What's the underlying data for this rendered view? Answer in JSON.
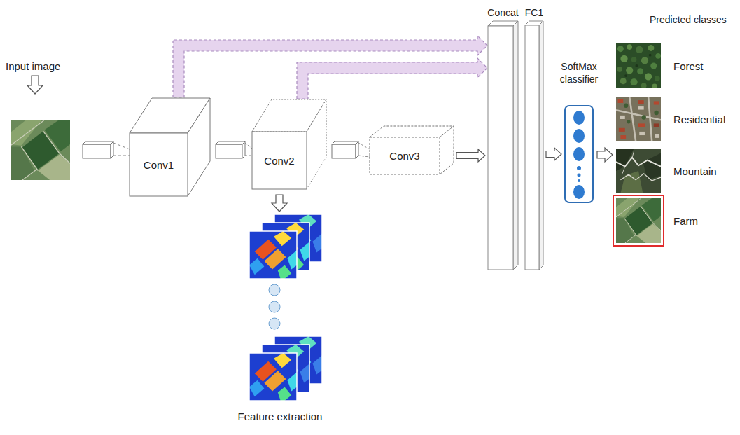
{
  "diagram": {
    "nodes": [
      {
        "text": [
          "Conv1"
        ]
      },
      {
        "text": [
          "Conv2"
        ]
      },
      {
        "text": [
          "Conv3"
        ]
      },
      {
        "text": [
          "Concat"
        ]
      },
      {
        "text": [
          "FC1"
        ]
      },
      {
        "text": [
          "SoftMax classifier"
        ]
      }
    ],
    "edges": [
      {
        "from": 0,
        "to": 3,
        "arrow": "to"
      },
      {
        "from": 1,
        "to": 3,
        "arrow": "to"
      },
      {
        "from": 2,
        "to": 3,
        "arrow": "to"
      },
      {
        "from": 4,
        "to": 5,
        "arrow": "to"
      }
    ],
    "labels": [
      "Input image",
      "Feature extraction",
      "Predicted classes",
      "Forest",
      "Residential",
      "Mountain",
      "Farm"
    ]
  }
}
